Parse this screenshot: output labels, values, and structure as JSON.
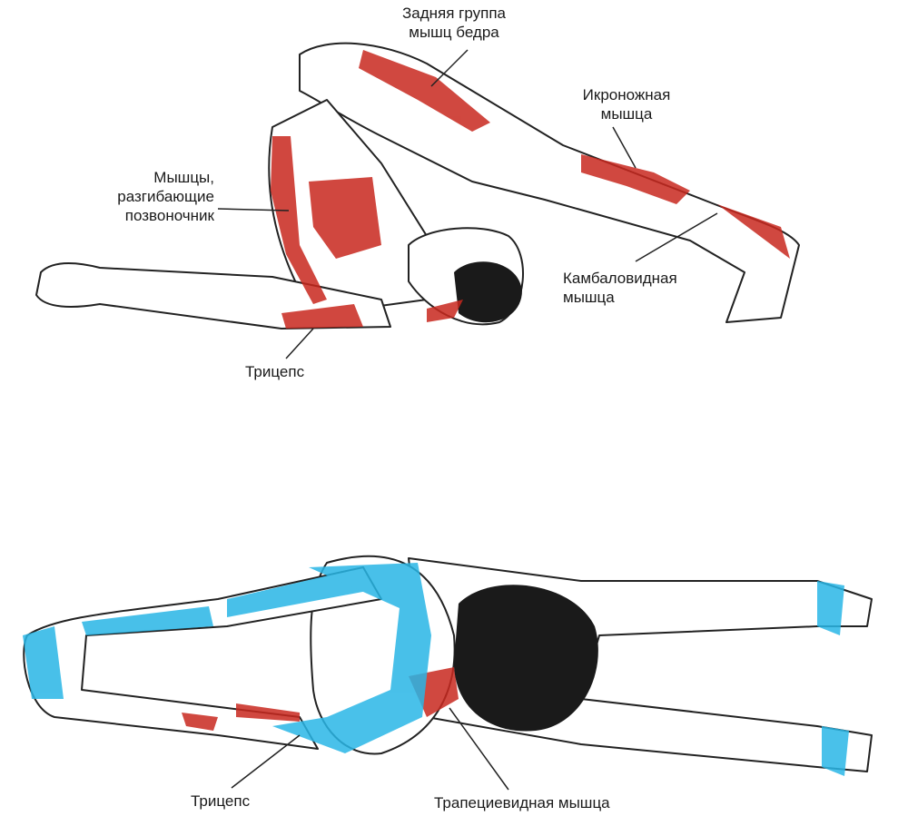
{
  "colors": {
    "contracted": "#c8281e",
    "stretched": "#29b6e6",
    "outline": "#222222"
  },
  "top_figure": {
    "labels": {
      "hamstrings_line1": "Задняя группа",
      "hamstrings_line2": "мышц бедра",
      "calf_line1": "Икроножная",
      "calf_line2": "мышца",
      "erector_line1": "Мышцы,",
      "erector_line2": "разгибающие",
      "erector_line3": "позвоночник",
      "soleus_line1": "Камбаловидная",
      "soleus_line2": "мышца",
      "triceps": "Трицепс"
    }
  },
  "bottom_figure": {
    "labels": {
      "triceps": "Трицепс",
      "trapezius": "Трапециевидная мышца"
    }
  }
}
